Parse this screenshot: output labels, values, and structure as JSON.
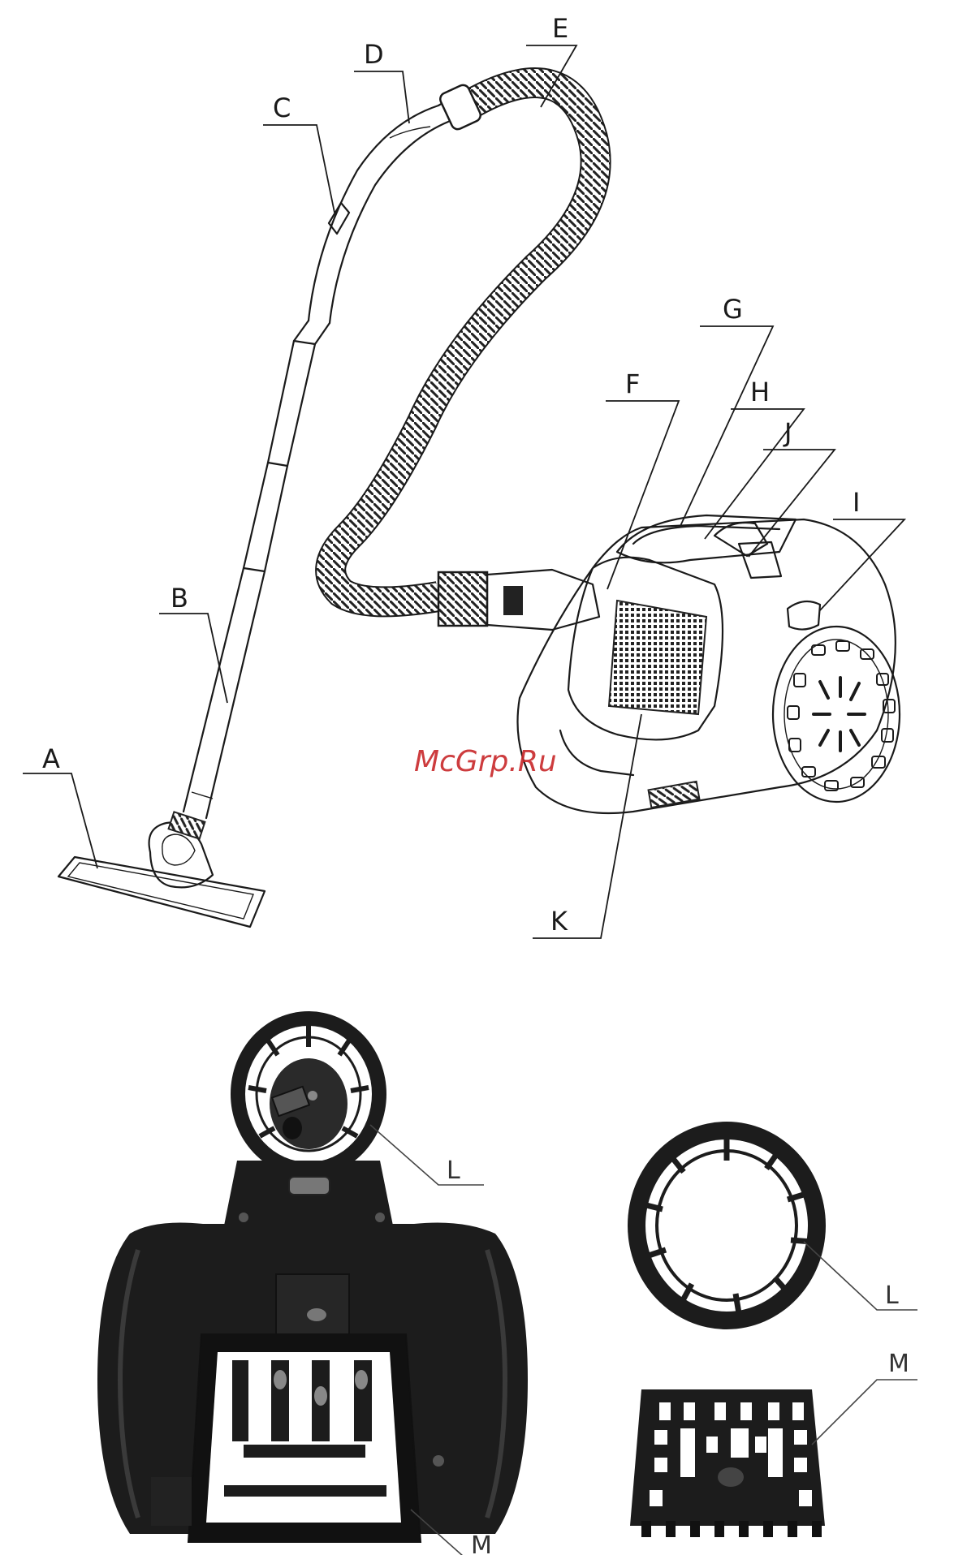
{
  "diagram": {
    "labels": {
      "A": "A",
      "B": "B",
      "C": "C",
      "D": "D",
      "E": "E",
      "F": "F",
      "G": "G",
      "H": "H",
      "I": "I",
      "J": "J",
      "K": "K"
    },
    "photo_labels": {
      "L_main": "L",
      "M_main": "M",
      "L_part": "L",
      "M_part": "M"
    },
    "watermark": "McGrp.Ru"
  }
}
